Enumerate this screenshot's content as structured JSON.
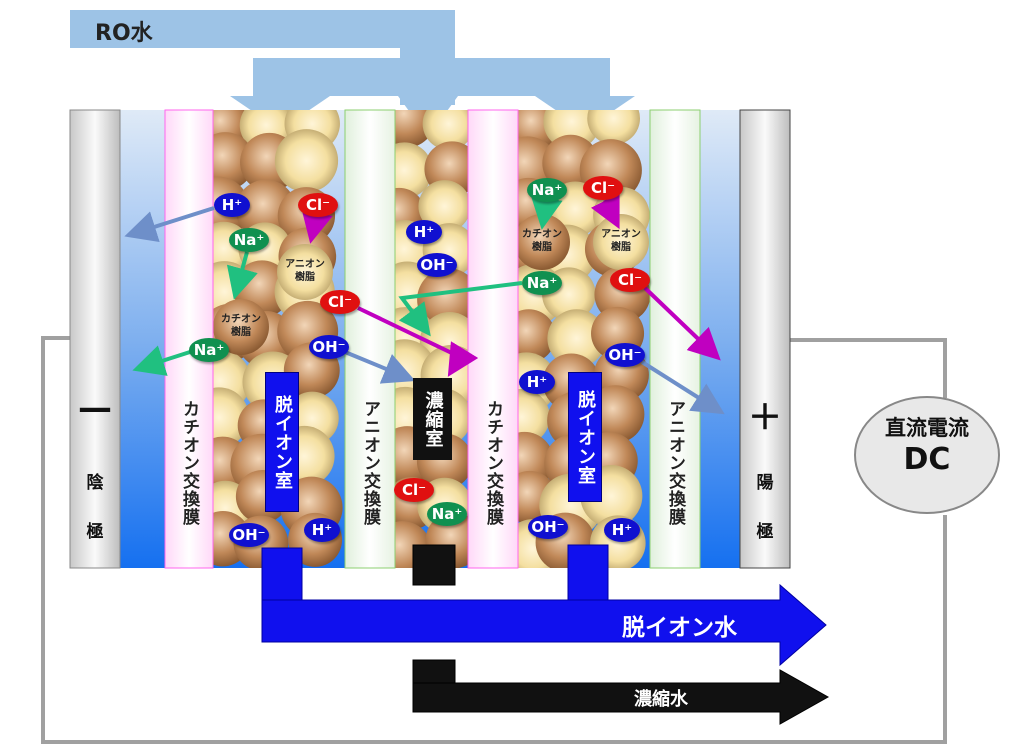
{
  "inflow": {
    "label": "RO水",
    "color": "#9dc3e6"
  },
  "electrodes": {
    "cathode": {
      "sign": "—",
      "chars": [
        "陰",
        "極"
      ]
    },
    "anode": {
      "sign": "＋",
      "chars": [
        "陽",
        "極"
      ]
    }
  },
  "membranes": [
    {
      "label": "カチオン交換膜",
      "type": "cation"
    },
    {
      "label": "アニオン交換膜",
      "type": "anion"
    },
    {
      "label": "カチオン交換膜",
      "type": "cation"
    },
    {
      "label": "アニオン交換膜",
      "type": "anion"
    }
  ],
  "chambers": {
    "deion_1": "脱イオン室",
    "concentrate": "濃縮室",
    "deion_2": "脱イオン室"
  },
  "resin_labels": [
    "アニオン樹脂",
    "カチオン樹脂",
    "カチオン樹脂",
    "アニオン樹脂"
  ],
  "ions": [
    {
      "label": "H⁺",
      "type": "H"
    },
    {
      "label": "Cl⁻",
      "type": "Cl"
    },
    {
      "label": "Na⁺",
      "type": "Na"
    },
    {
      "label": "Cl⁻",
      "type": "Cl"
    },
    {
      "label": "Na⁺",
      "type": "Na"
    },
    {
      "label": "OH⁻",
      "type": "OH"
    },
    {
      "label": "H⁺",
      "type": "H"
    },
    {
      "label": "OH⁻",
      "type": "OH"
    },
    {
      "label": "Na⁺",
      "type": "Na"
    },
    {
      "label": "Cl⁻",
      "type": "Cl"
    },
    {
      "label": "Na⁺",
      "type": "Na"
    },
    {
      "label": "Cl⁻",
      "type": "Cl"
    },
    {
      "label": "OH⁻",
      "type": "OH"
    },
    {
      "label": "H⁺",
      "type": "H"
    },
    {
      "label": "Cl⁻",
      "type": "Cl"
    },
    {
      "label": "Na⁺",
      "type": "Na"
    },
    {
      "label": "OH⁻",
      "type": "OH"
    },
    {
      "label": "H⁺",
      "type": "H"
    },
    {
      "label": "OH⁻",
      "type": "OH"
    },
    {
      "label": "H⁺",
      "type": "H"
    }
  ],
  "outputs": {
    "deionized": "脱イオン水",
    "concentrate": "濃縮水"
  },
  "power": {
    "label": "直流電流",
    "sub": "DC"
  },
  "colors": {
    "H": "#1010d0",
    "OH": "#1010d0",
    "Na": "#109050",
    "Cl": "#e01010",
    "deion": "#1010ee",
    "concentrate": "#111111"
  }
}
